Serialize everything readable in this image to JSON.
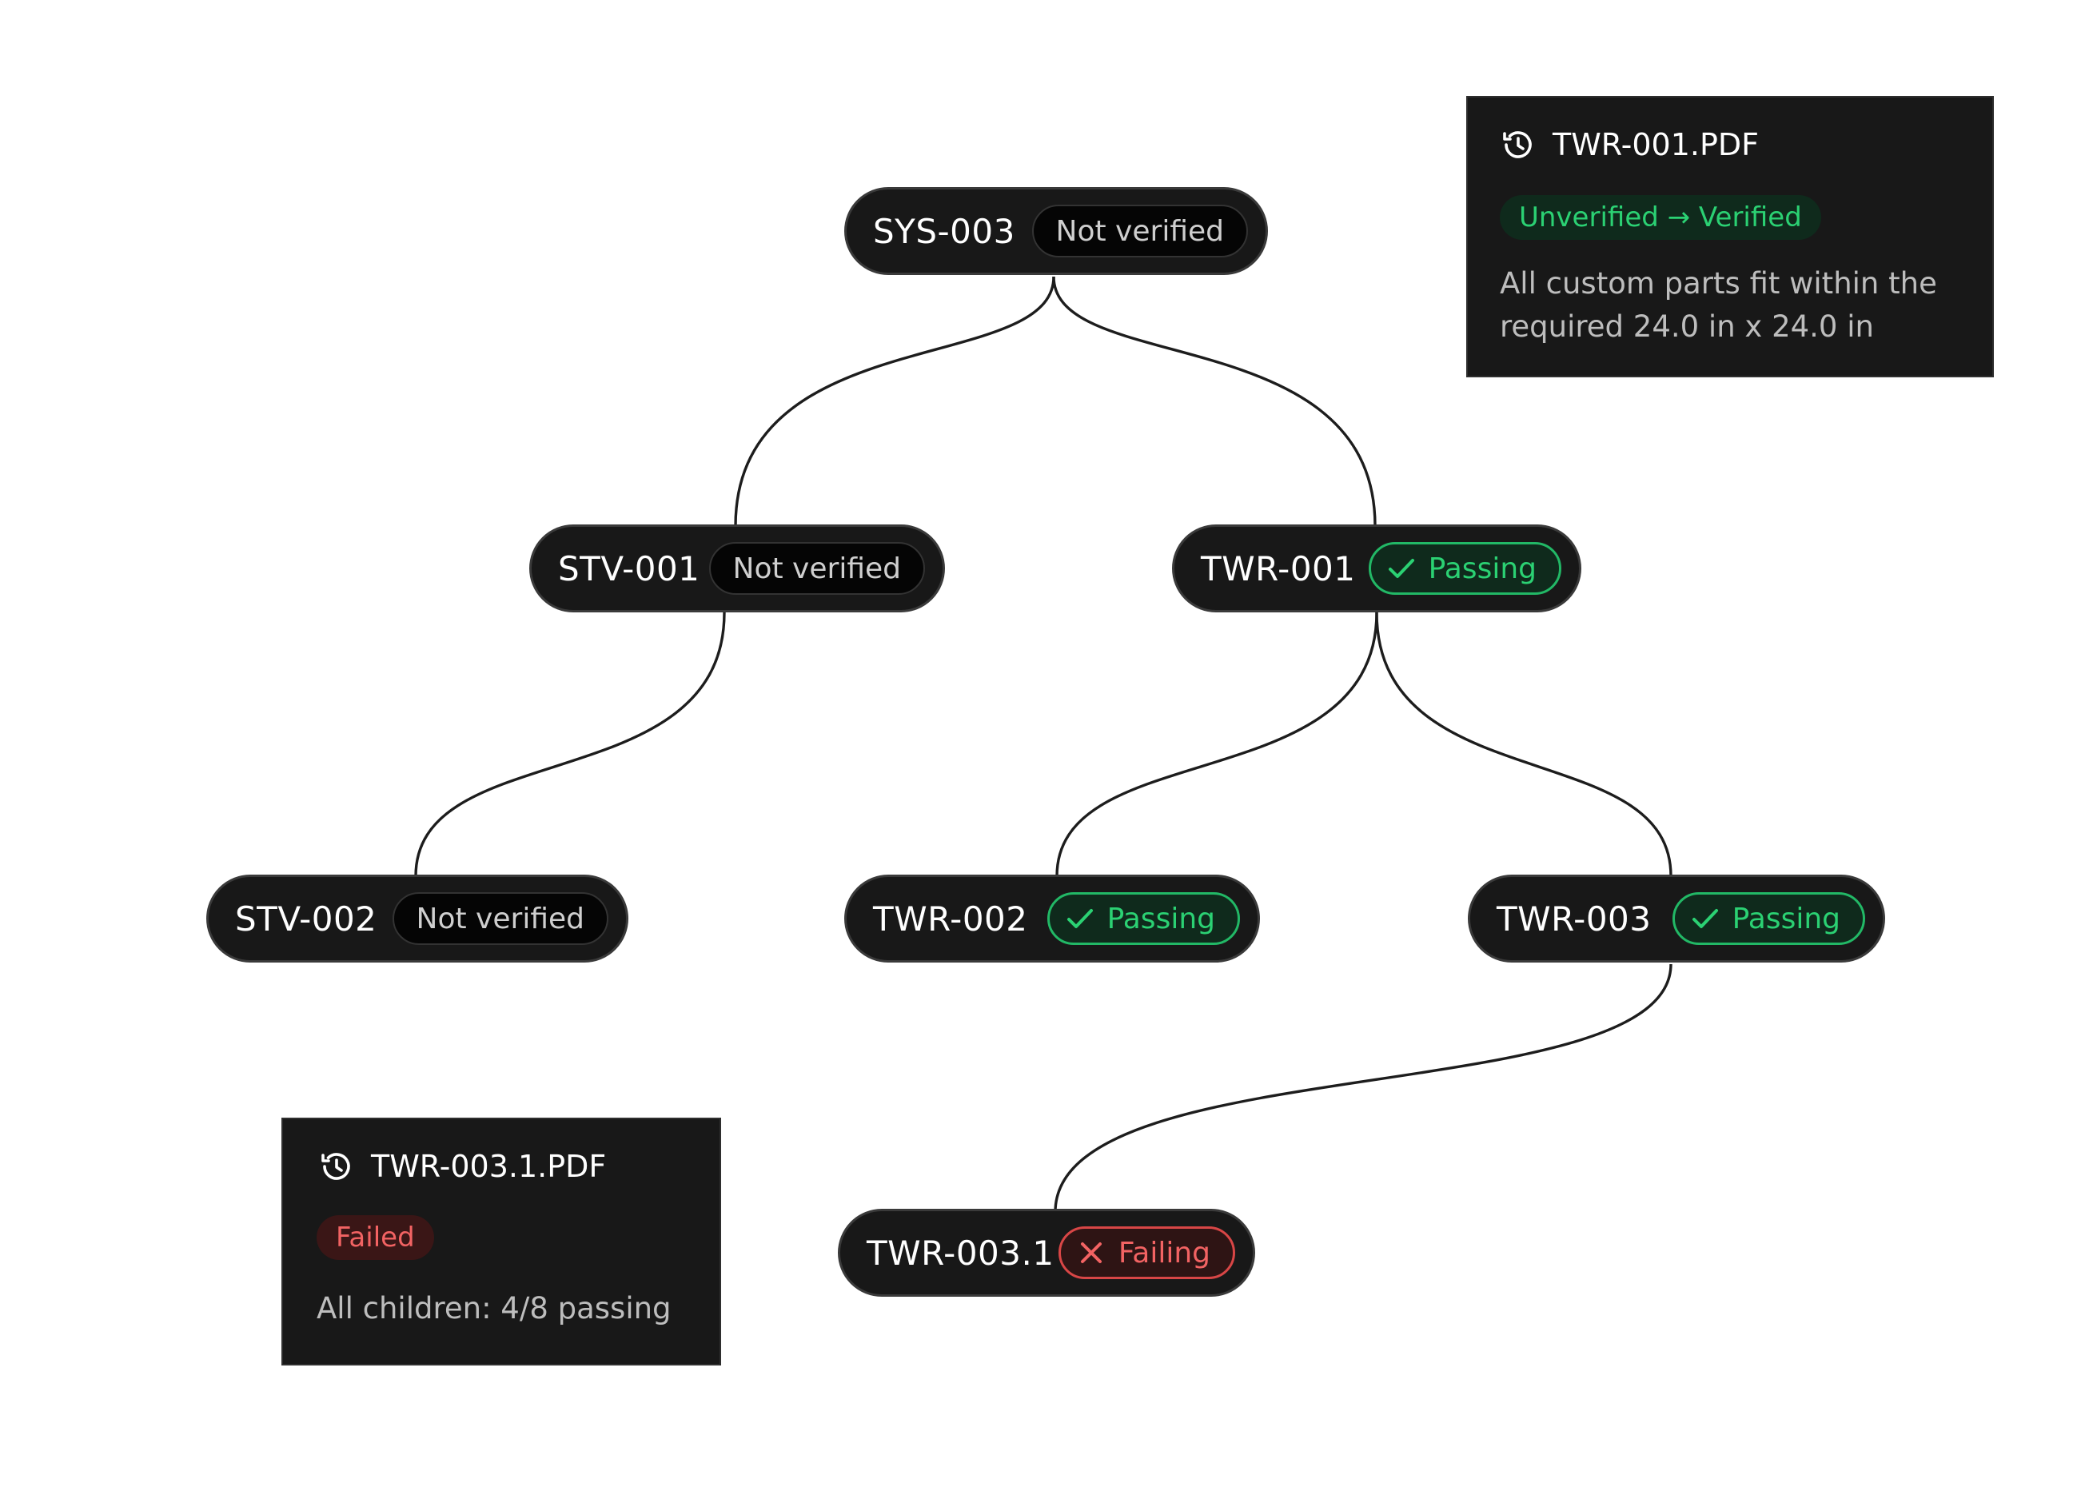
{
  "nodes": {
    "sys003": {
      "id": "SYS-003",
      "status": "Not verified"
    },
    "stv001": {
      "id": "STV-001",
      "status": "Not verified"
    },
    "twr001": {
      "id": "TWR-001",
      "status": "Passing"
    },
    "stv002": {
      "id": "STV-002",
      "status": "Not verified"
    },
    "twr002": {
      "id": "TWR-002",
      "status": "Passing"
    },
    "twr003": {
      "id": "TWR-003",
      "status": "Passing"
    },
    "twr0031": {
      "id": "TWR-003.1",
      "status": "Failing"
    }
  },
  "cards": {
    "twr001_pdf": {
      "title": "TWR-001.PDF",
      "chip": "Unverified → Verified",
      "desc_line1": "All custom parts fit within the",
      "desc_line2": "required 24.0 in x 24.0 in"
    },
    "twr0031_pdf": {
      "title": "TWR-003.1.PDF",
      "chip": "Failed",
      "desc": "All children: 4/8 passing"
    }
  },
  "colors": {
    "node_bg": "#181818",
    "pass": "#2bd173",
    "fail": "#f26363",
    "edge": "#1d1d1d"
  }
}
